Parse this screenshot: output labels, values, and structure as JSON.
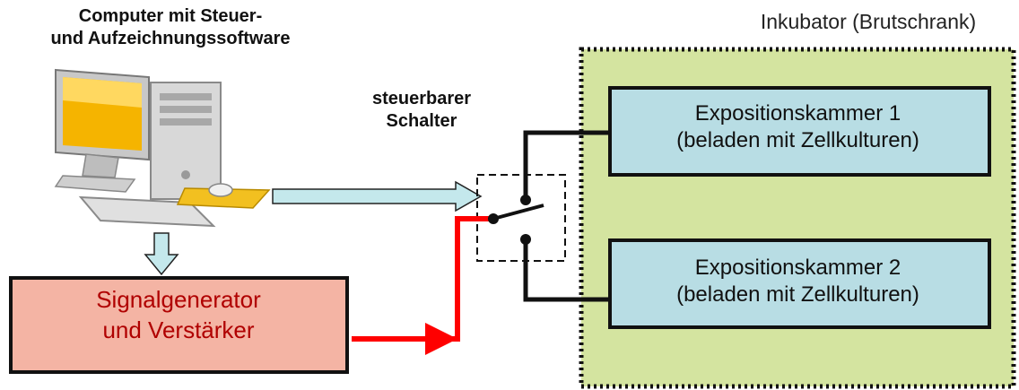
{
  "computer": {
    "line1": "Computer mit Steuer-",
    "line2": "und Aufzeichnungssoftware"
  },
  "switch": {
    "line1": "steuerbarer",
    "line2": "Schalter"
  },
  "incubator": {
    "label": "Inkubator (Brutschrank)"
  },
  "generator": {
    "line1": "Signalgenerator",
    "line2": "und Verstärker"
  },
  "chamber1": {
    "line1": "Expositionskammer 1",
    "line2": "(beladen mit Zellkulturen)"
  },
  "chamber2": {
    "line1": "Expositionskammer 2",
    "line2": "(beladen mit Zellkulturen)"
  },
  "colors": {
    "incubator_fill": "#d4e4a0",
    "chamber_fill": "#b8dde4",
    "generator_fill": "#f4b4a4",
    "signal_line": "#ff0000",
    "arrow_fill": "#c4e8ec"
  }
}
